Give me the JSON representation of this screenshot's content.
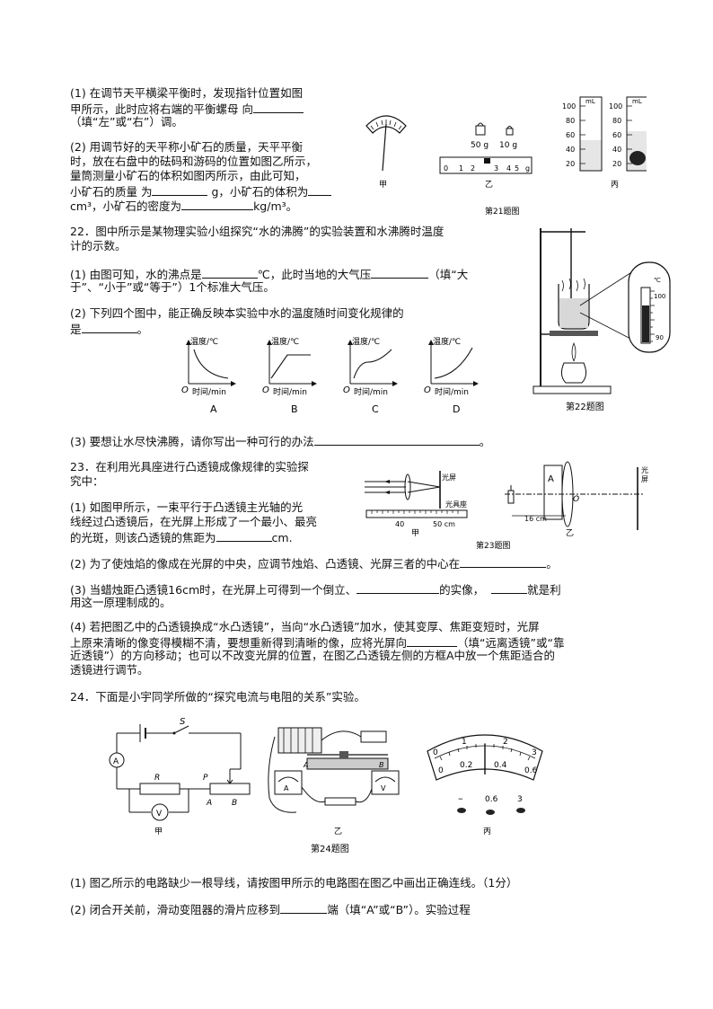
{
  "q21": {
    "p1_l1": "(1) 在调节天平横梁平衡时，发现指针位置如图",
    "p1_l2a": "甲所示，此时应将右端的平衡螺母 向",
    "p1_l3": "（填“左”或“右”）调。",
    "p2_l1": "(2) 用调节好的天平称小矿石的质量，天平平衡",
    "p2_l2": "时，放在右盘中的砝码和游码的位置如图乙所示，",
    "p2_l3": "量筒测量小矿石的体积如图丙所示，由此可知，",
    "p2_l4a": "小矿石的质量 为",
    "p2_l4b": "g，小矿石的体积为",
    "p2_l5a": "cm³，小矿石的密度为",
    "p2_l5b": "kg/m³。",
    "fig_jia": "甲",
    "fig_yi": "乙",
    "fig_bing": "丙",
    "fig_caption": "第21题图",
    "weight1": "50 g",
    "weight2": "10 g",
    "scale_ticks": [
      "0",
      "1",
      "2",
      "3",
      "4",
      "5",
      "g"
    ],
    "cyl_unit": "mL",
    "cyl_ticks": [
      "100",
      "80",
      "60",
      "40",
      "20"
    ]
  },
  "q22": {
    "l1": "22．图中所示是某物理实验小组探究“水的沸腾”的实验装置和水沸腾时温度",
    "l2": "计的示数。",
    "p1_l1a": "(1) 由图可知，水的沸点是",
    "p1_l1b": "℃，此时当地的大气压",
    "p1_l1c": "（填“大",
    "p1_l2": "于”、“小于”或“等于”）1个标准大气压。",
    "p2_l1": "(2) 下列四个图中，能正确反映本实验中水的温度随时间变化规律的",
    "p2_l2a": "是",
    "p2_l2b": "。",
    "graph_ylabel": "温度/℃",
    "graph_xlabel": "时间/min",
    "graph_origin": "O",
    "graph_options": [
      "A",
      "B",
      "C",
      "D"
    ],
    "thermo_unit": "℃",
    "thermo_top": "100",
    "thermo_bottom": "90",
    "fig_caption": "第22题图",
    "p3_a": "(3) 要想让水尽快沸腾，请你写出一种可行的办法",
    "p3_b": "。"
  },
  "q23": {
    "l1": "23．在利用光具座进行凸透镜成像规律的实验探",
    "l2": "究中：",
    "p1_l1": "(1) 如图甲所示，一束平行于凸透镜主光轴的光",
    "p1_l2": "线经过凸透镜后，在光屏上形成了一个最小、最亮",
    "p1_l3a": "的光斑，则该凸透镜的焦距为",
    "p1_l3b": "cm.",
    "fig_screen": "光屏",
    "fig_bench": "光具座",
    "fig_40": "40",
    "fig_50": "50 cm",
    "fig_jia": "甲",
    "fig_yi": "乙",
    "fig_A": "A",
    "fig_O": "O",
    "fig_16": "16 cm",
    "fig_screen2a": "光",
    "fig_screen2b": "屏",
    "fig_caption": "第23题图",
    "p2_a": "(2) 为了使烛焰的像成在光屏的中央，应调节烛焰、凸透镜、光屏三者的中心在",
    "p2_b": "。",
    "p3_a": "(3) 当蜡烛距凸透镜16cm时，在光屏上可得到一个倒立、",
    "p3_b": "的实像，",
    "p3_c": "就是利",
    "p3_d": "用这一原理制成的。",
    "p4_l1": "(4) 若把图乙中的凸透镜换成“水凸透镜”，当向“水凸透镜”加水，使其变厚、焦距变短时，光屏",
    "p4_l2a": "上原来清晰的像变得模糊不清，要想重新得到清晰的像，应将光屏向",
    "p4_l2b": "（填“远离透镜”或“靠",
    "p4_l3": "近透镜”）的方向移动；也可以不改变光屏的位置，在图乙凸透镜左侧的方框A中放一个焦距适合的",
    "p4_l4": "透镜进行调节。"
  },
  "q24": {
    "l1": "24．下面是小宇同学所做的“探究电流与电阻的关系”实验。",
    "fig_S": "S",
    "fig_A": "A",
    "fig_R": "R",
    "fig_P": "P",
    "fig_V": "V",
    "fig_a": "A",
    "fig_b": "B",
    "fig_jia": "甲",
    "fig_yi": "乙",
    "fig_bing": "丙",
    "meter_top": [
      "0",
      "1",
      "2",
      "3"
    ],
    "meter_bot": [
      "0",
      "0.2",
      "0.4",
      "0.6"
    ],
    "terminals": [
      "–",
      "0.6",
      "3"
    ],
    "fig_caption": "第24题图",
    "p1": "(1) 图乙所示的电路缺少一根导线，请按图甲所示的电路图在图乙中画出正确连线。（1分）",
    "p2_a": "(2) 闭合开关前，滑动变阻器的滑片应移到",
    "p2_b": "端（填“A”或“B”）。实验过程"
  }
}
